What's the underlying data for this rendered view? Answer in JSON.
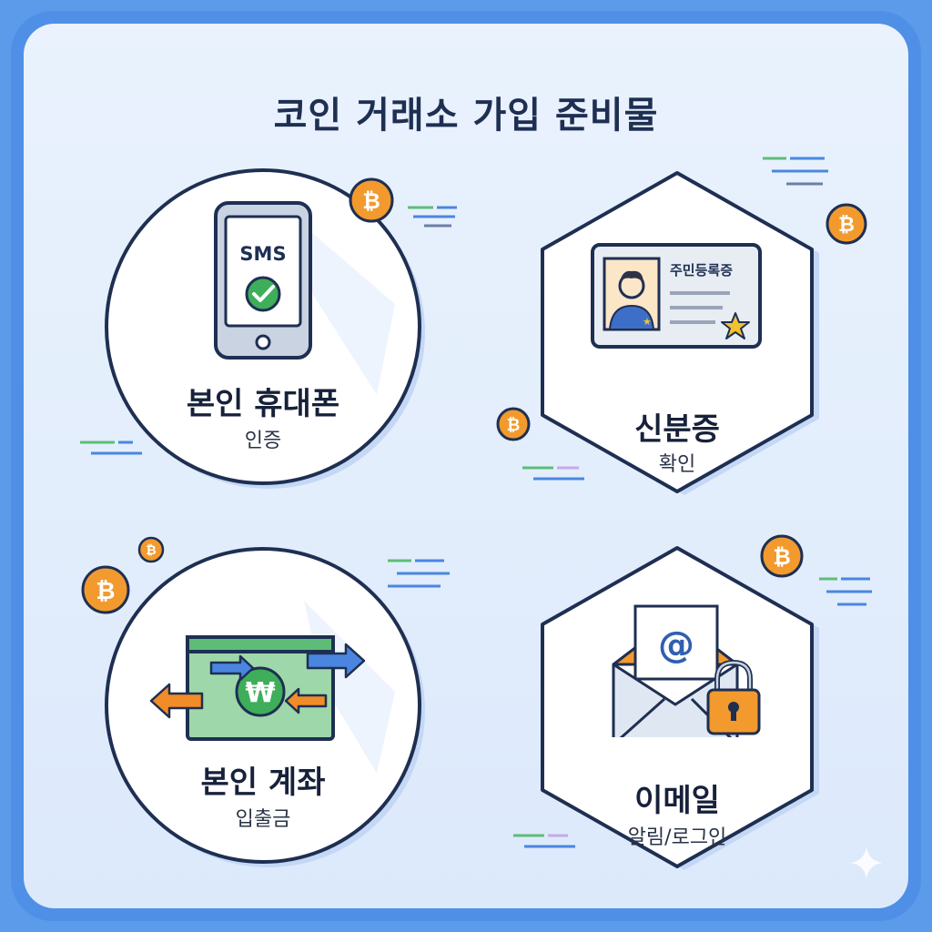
{
  "title": "코인 거래소 가입 준비물",
  "cards": [
    {
      "title": "본인 휴대폰",
      "subtitle": "인증",
      "icon": "smartphone-sms-check-icon",
      "screen_text": "SMS"
    },
    {
      "title": "신분증",
      "subtitle": "확인",
      "icon": "id-card-icon",
      "card_text": "주민등록증"
    },
    {
      "title": "본인 계좌",
      "subtitle": "입출금",
      "icon": "won-transfer-icon",
      "currency_symbol": "₩"
    },
    {
      "title": "이메일",
      "subtitle": "알림/로그인",
      "icon": "envelope-lock-icon",
      "at_symbol": "@"
    }
  ],
  "decorations": {
    "coin_symbol": "₿",
    "coin_icon": "bitcoin-coin-icon"
  },
  "colors": {
    "frame": "#4f8fe6",
    "panel": "#e5effc",
    "outline": "#1e2f52",
    "coin": "#f29a2e",
    "check": "#3fae5a",
    "money": "#74c98a",
    "arrow_blue": "#4a86e0",
    "arrow_orange": "#f28c28"
  }
}
